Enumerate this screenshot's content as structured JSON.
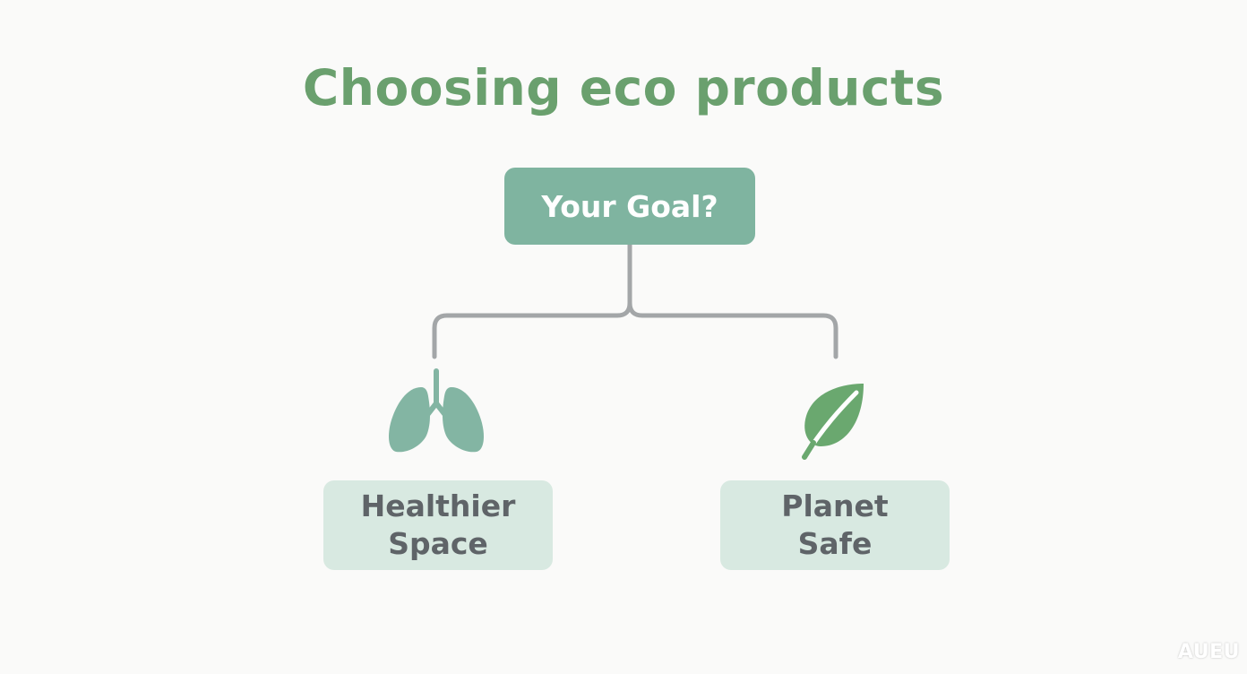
{
  "diagram": {
    "title": "Choosing eco products",
    "root": {
      "label": "Your Goal?"
    },
    "branches": [
      {
        "line1": "Healthier",
        "line2": "Space",
        "icon": "lungs-icon"
      },
      {
        "line1": "Planet",
        "line2": "Safe",
        "icon": "leaf-icon"
      }
    ]
  },
  "watermark": "AUEU",
  "colors": {
    "title": "#6aa06e",
    "root_fill": "#7fb4a0",
    "leaf_fill": "#d8e9e1",
    "leaf_text": "#5f6468",
    "connector": "#a3a6a8",
    "lungs": "#83b5a3",
    "leaf_icon": "#6aa86f"
  }
}
